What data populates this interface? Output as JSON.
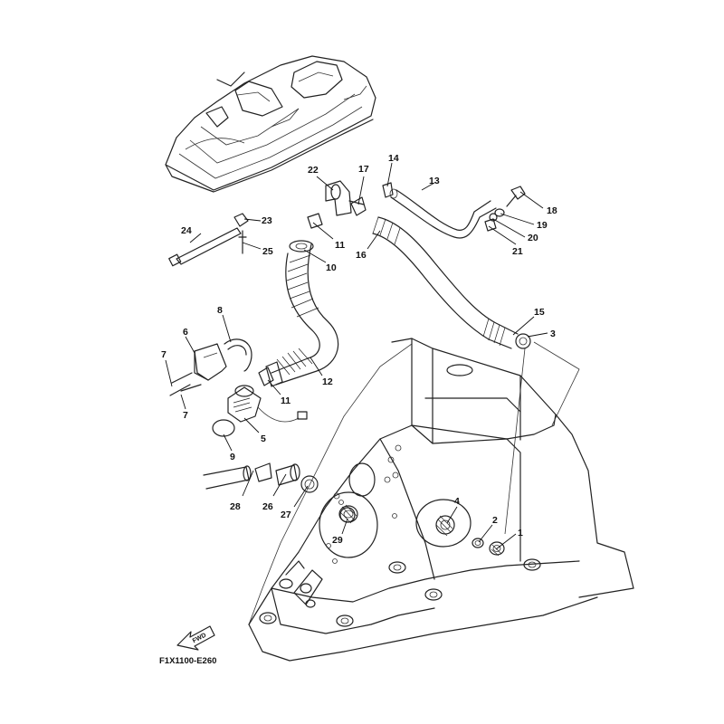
{
  "diagram": {
    "code": "F1X1100-E260",
    "fwd_label": "FWD",
    "callouts": [
      "1",
      "2",
      "3",
      "4",
      "5",
      "6",
      "7",
      "7",
      "8",
      "9",
      "10",
      "11",
      "11",
      "12",
      "13",
      "14",
      "15",
      "16",
      "17",
      "18",
      "19",
      "20",
      "21",
      "22",
      "23",
      "24",
      "25",
      "26",
      "27",
      "28",
      "29"
    ]
  }
}
